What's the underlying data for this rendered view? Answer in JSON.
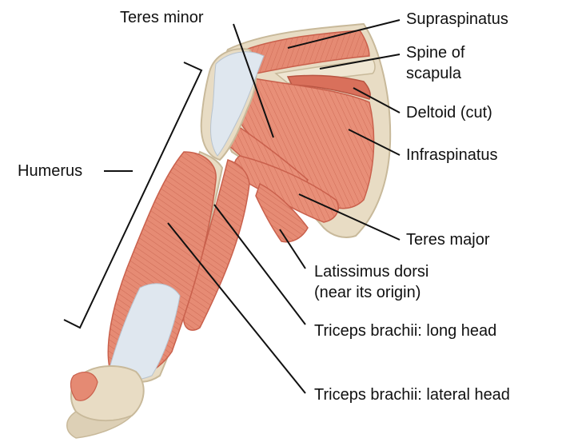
{
  "labels": {
    "teres_minor": "Teres minor",
    "supraspinatus": "Supraspinatus",
    "spine_of_scapula_line1": "Spine of",
    "spine_of_scapula_line2": "scapula",
    "deltoid_cut": "Deltoid (cut)",
    "infraspinatus": "Infraspinatus",
    "humerus": "Humerus",
    "teres_major": "Teres major",
    "latissimus_line1": "Latissimus dorsi",
    "latissimus_line2": "(near its origin)",
    "triceps_long": "Triceps brachii: long head",
    "triceps_lateral": "Triceps brachii: lateral head"
  },
  "colors": {
    "muscle": "#e58a73",
    "muscle_dark": "#c9604c",
    "muscle_light": "#f0a690",
    "tendon": "#dfe7ef",
    "bone": "#e8dcc4",
    "bone_edge": "#c8b99a",
    "leader": "#111111"
  }
}
